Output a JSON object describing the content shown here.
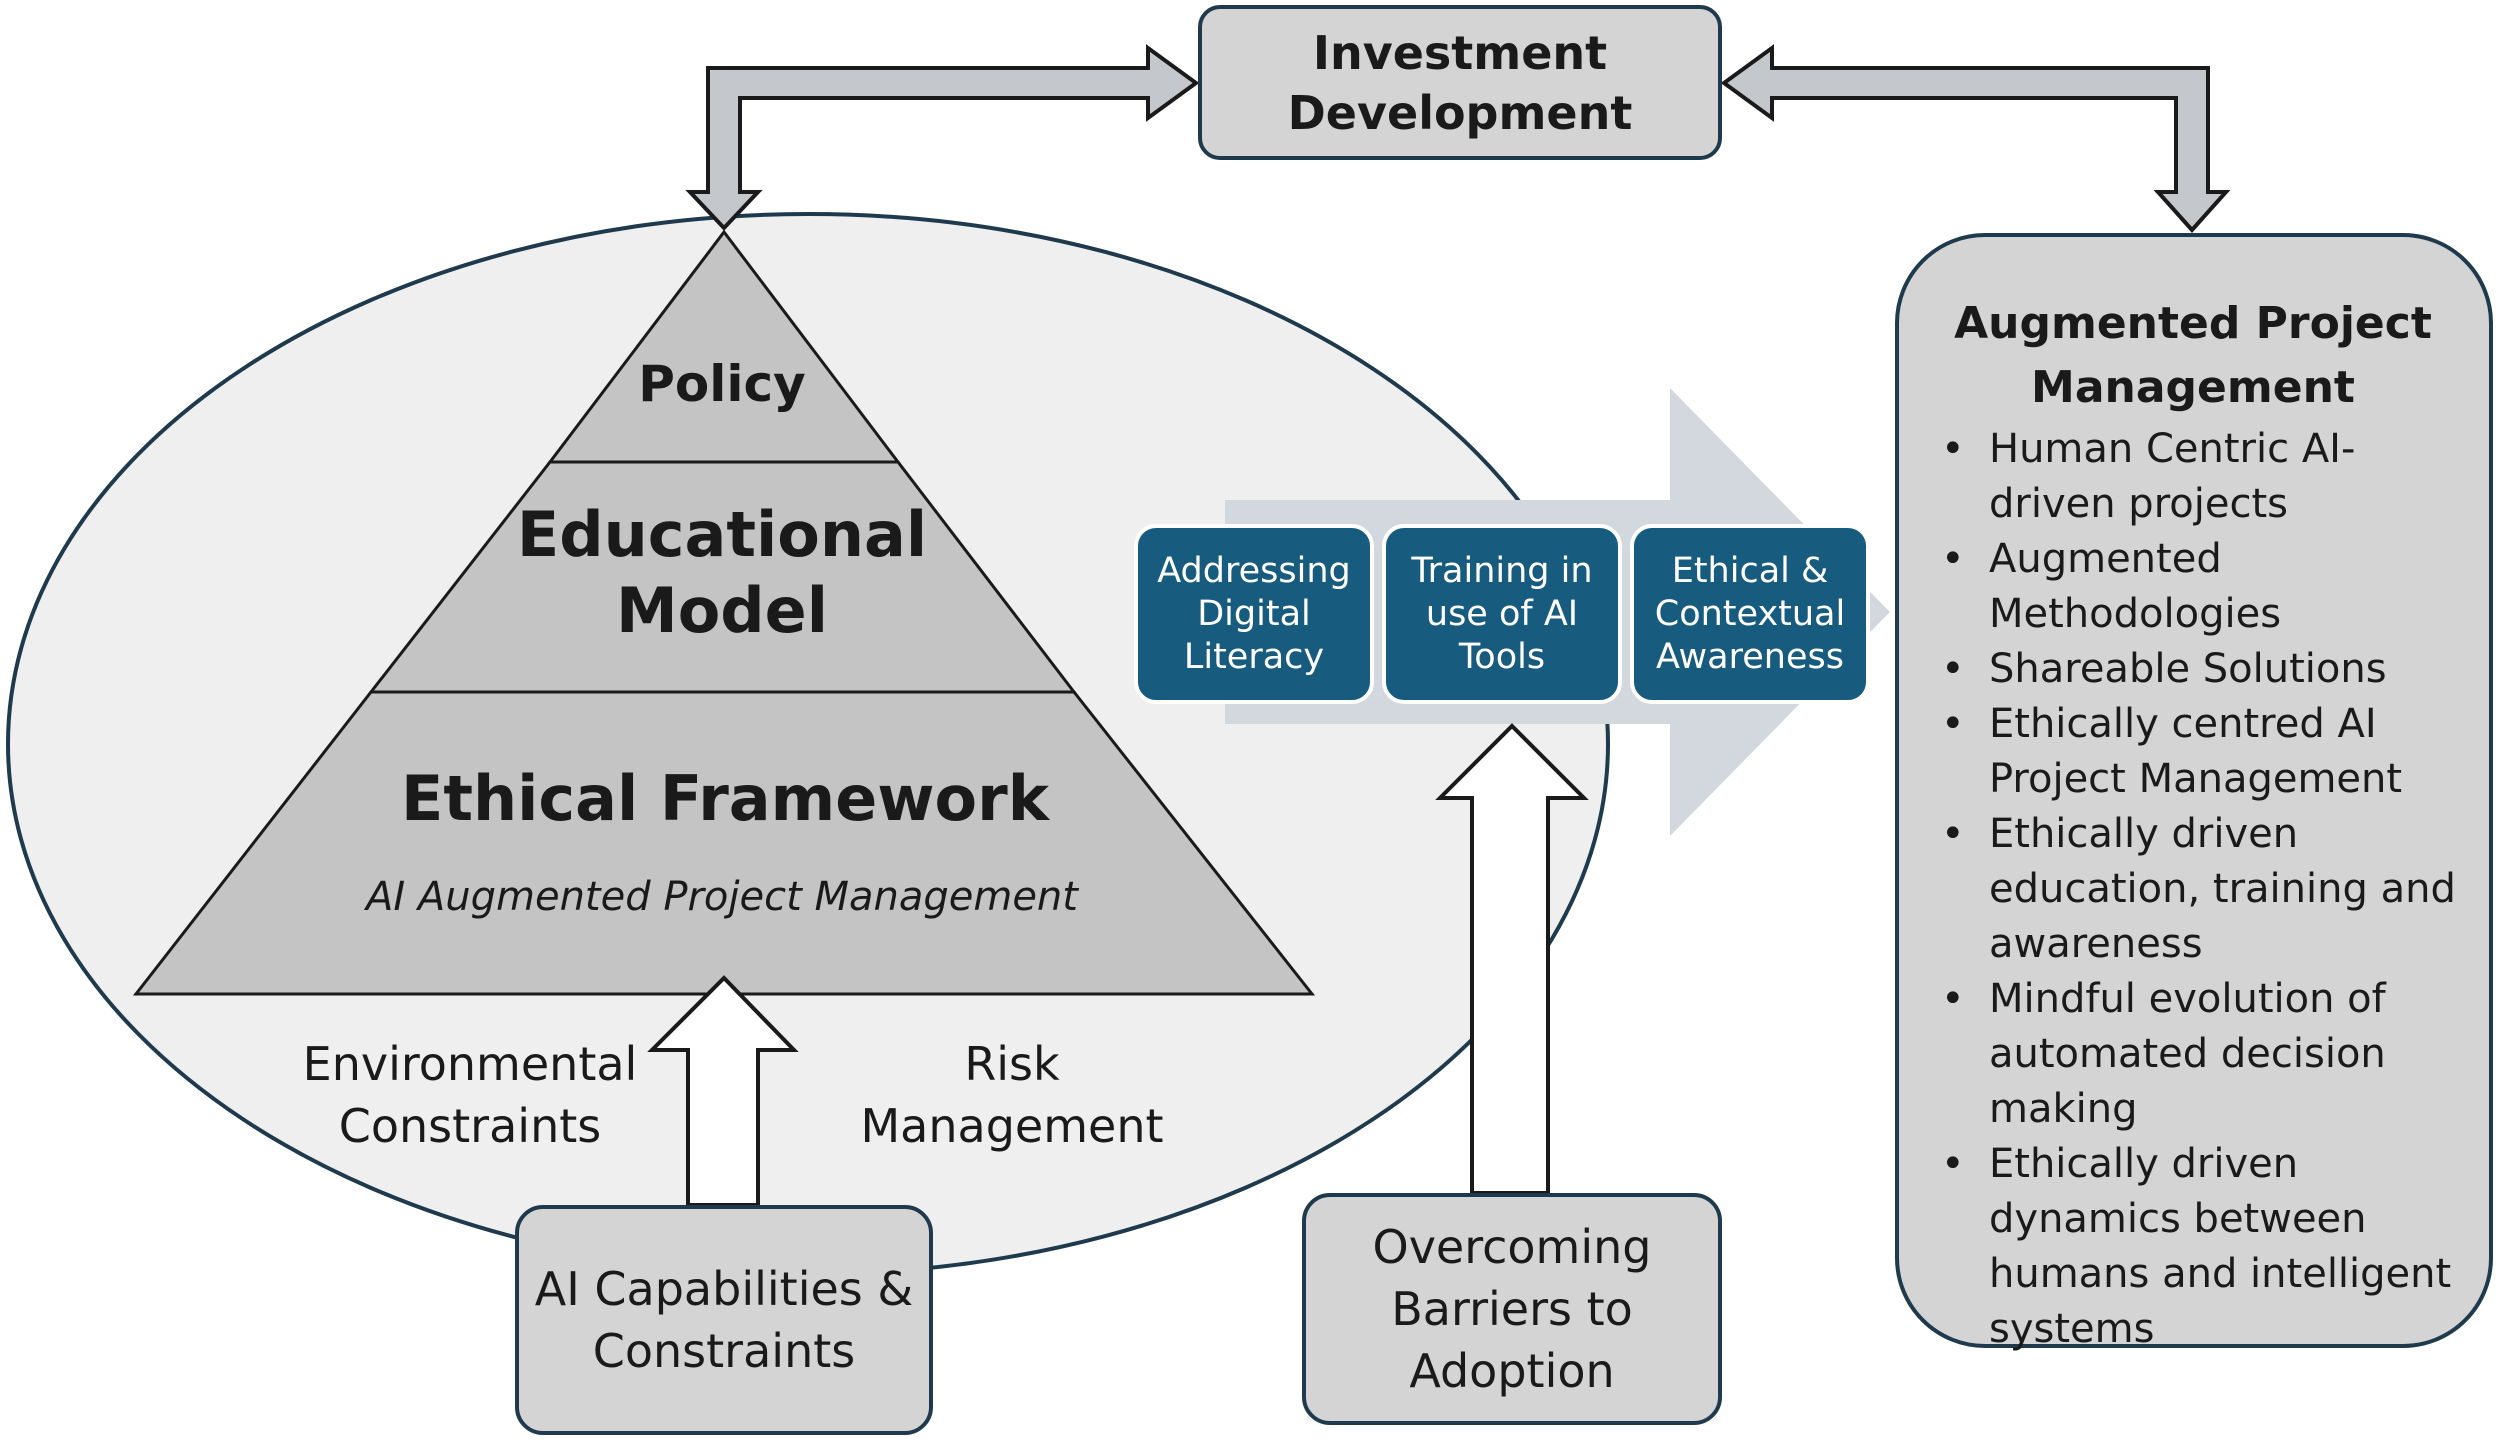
{
  "investment": {
    "line1": "Investment",
    "line2": "Development"
  },
  "pyramid": {
    "policy": "Policy",
    "educational_line1": "Educational",
    "educational_line2": "Model",
    "ethical_title": "Ethical Framework",
    "ethical_subtitle": "AI Augmented Project Management"
  },
  "side_labels": {
    "environmental_line1": "Environmental",
    "environmental_line2": "Constraints",
    "risk_line1": "Risk",
    "risk_line2": "Management"
  },
  "ai_capabilities": {
    "line1": "AI Capabilities &",
    "line2": "Constraints"
  },
  "steps": [
    {
      "line1": "Addressing",
      "line2": "Digital",
      "line3": "Literacy"
    },
    {
      "line1": "Training in",
      "line2": "use of AI",
      "line3": "Tools"
    },
    {
      "line1": "Ethical &",
      "line2": "Contextual",
      "line3": "Awareness"
    }
  ],
  "barriers": {
    "line1": "Overcoming",
    "line2": "Barriers to",
    "line3": "Adoption"
  },
  "apm": {
    "title_line1": "Augmented Project",
    "title_line2": "Management",
    "items": [
      "Human Centric AI-driven projects",
      "Augmented Methodologies",
      "Shareable Solutions",
      "Ethically centred AI Project Management",
      "Ethically driven education, training and awareness",
      "Mindful evolution of automated decision making",
      "Ethically driven dynamics between humans and intelligent systems"
    ]
  },
  "colors": {
    "ellipse_fill": "#efefef",
    "outline": "#1e3a4c",
    "pyramid_fill": "#c4c4c4",
    "box_fill": "#d4d4d4",
    "step_fill": "#175b7e",
    "chevron_fill": "#d3d8df"
  }
}
